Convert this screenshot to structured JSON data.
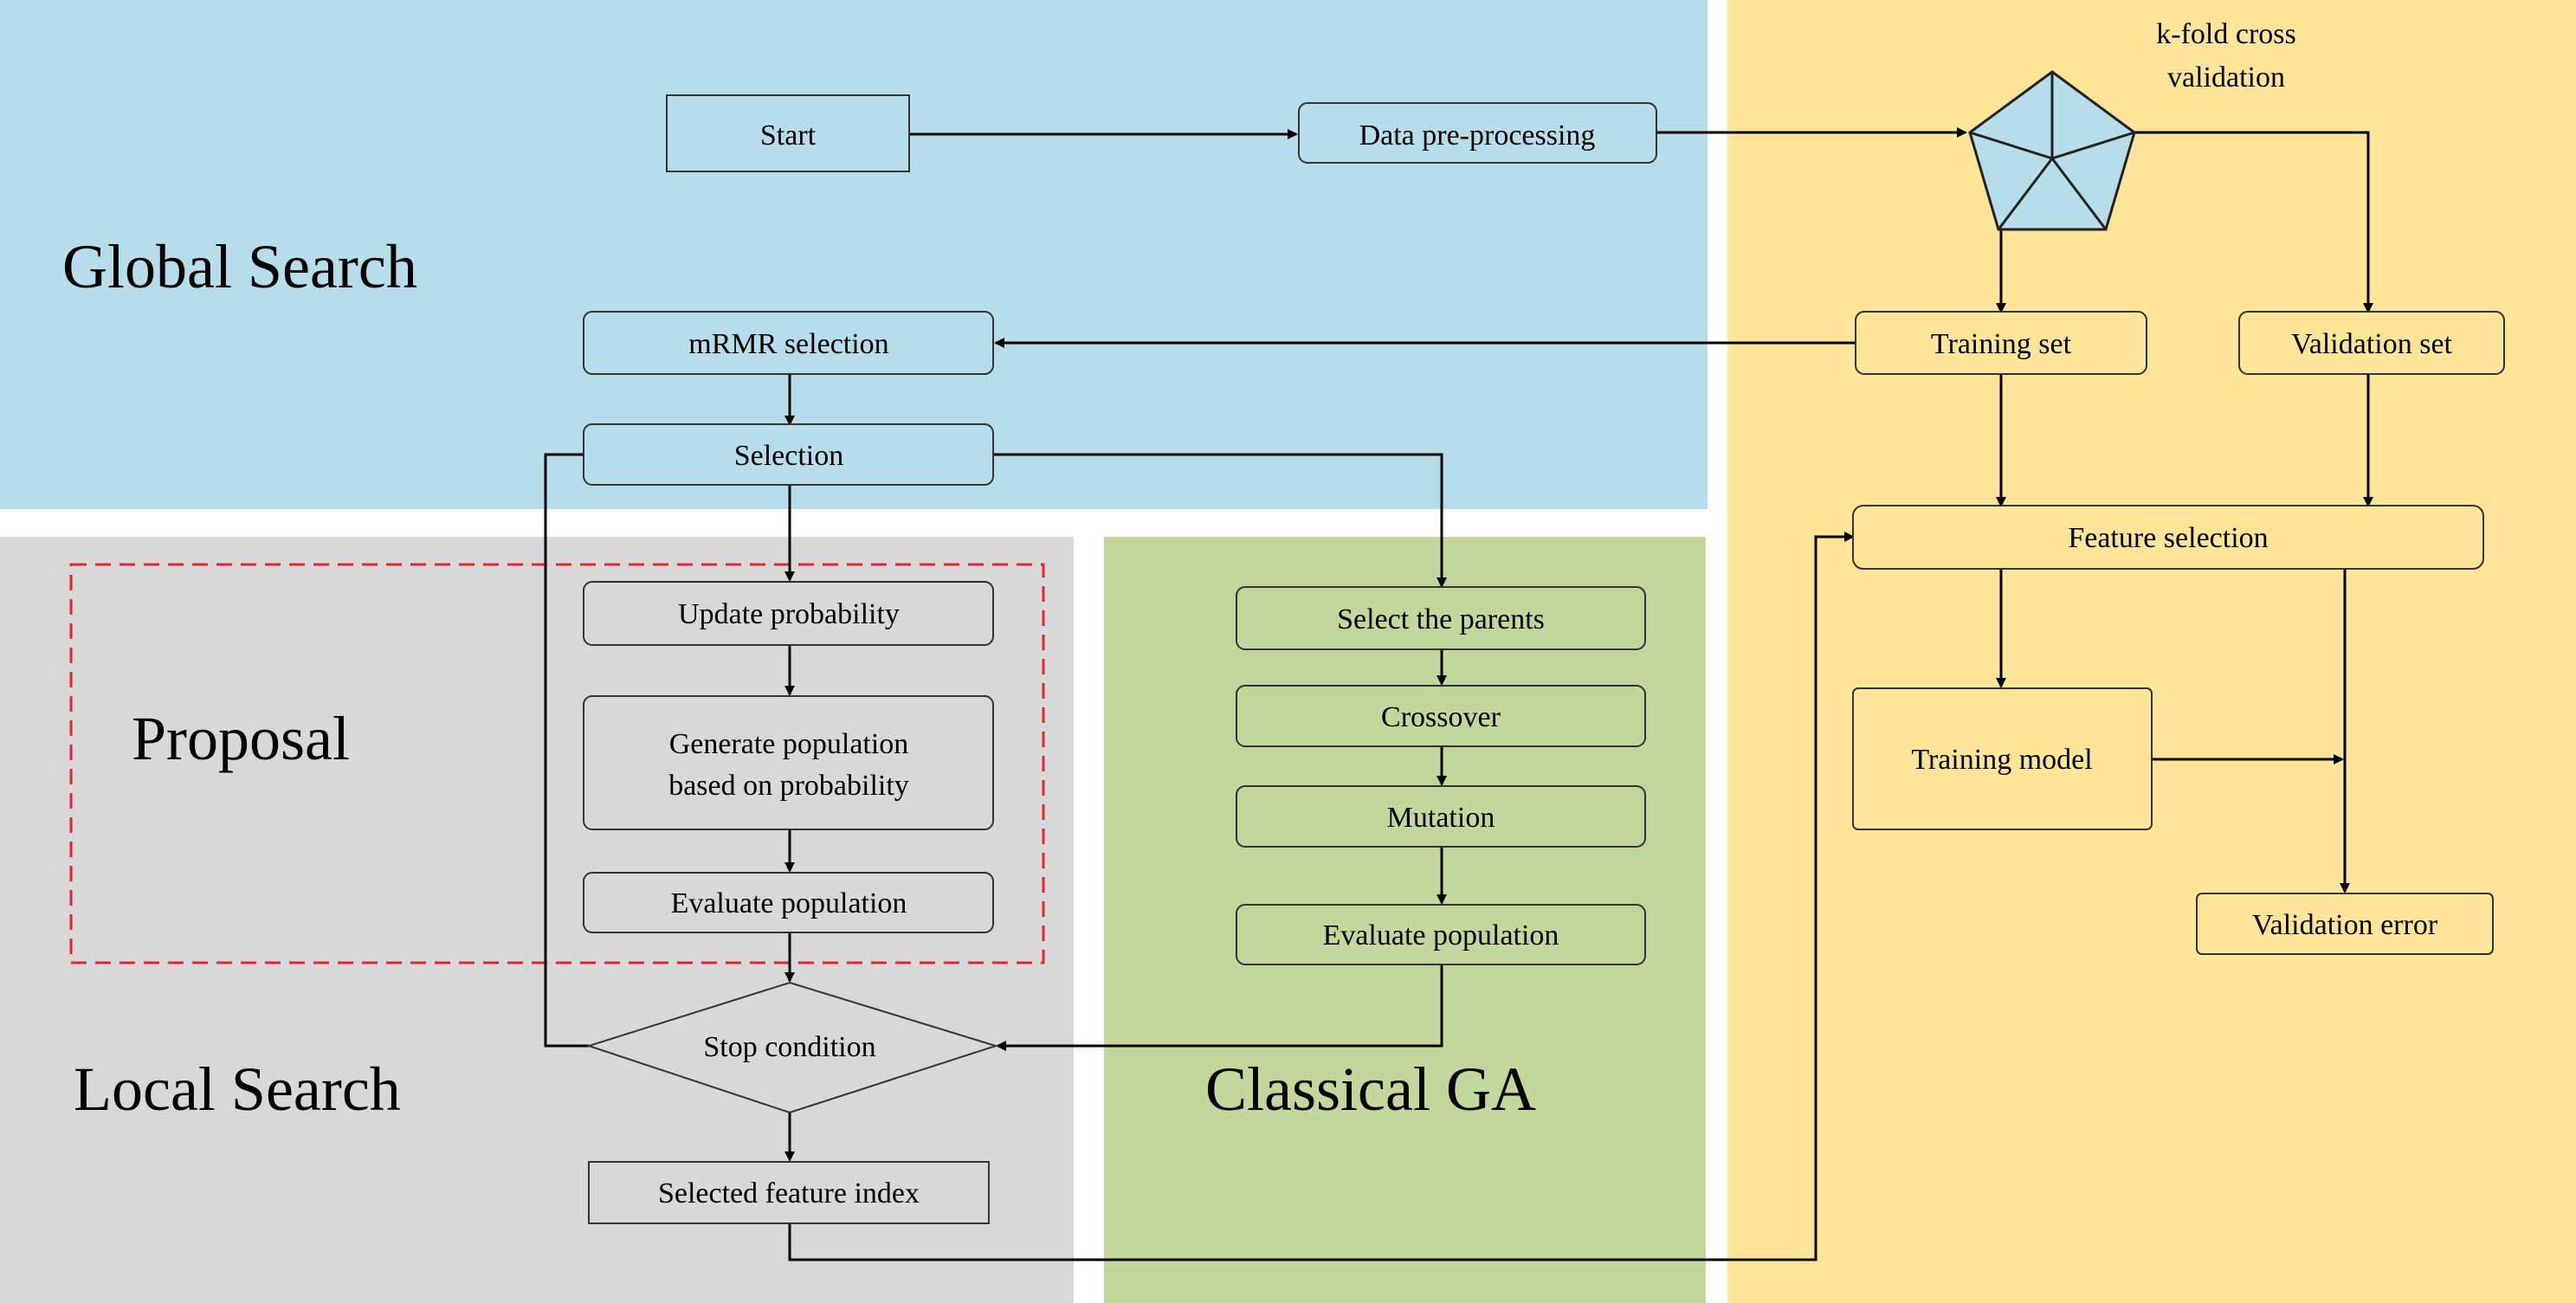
{
  "regions": {
    "global_search": "Global Search",
    "local_search": "Local Search",
    "proposal": "Proposal",
    "classical_ga": "Classical GA"
  },
  "nodes": {
    "start": "Start",
    "data_preprocessing": "Data pre-processing",
    "kfold_line1": "k-fold cross",
    "kfold_line2": "validation",
    "mrmr_selection": "mRMR selection",
    "training_set": "Training set",
    "validation_set": "Validation set",
    "selection": "Selection",
    "feature_selection": "Feature selection",
    "update_probability": "Update probability",
    "generate_population_line1": "Generate population",
    "generate_population_line2": "based on probability",
    "evaluate_population_local": "Evaluate population",
    "select_parents": "Select the parents",
    "crossover": "Crossover",
    "mutation": "Mutation",
    "evaluate_population_ga": "Evaluate population",
    "stop_condition": "Stop condition",
    "selected_feature_index": "Selected feature index",
    "training_model": "Training model",
    "validation_error": "Validation error"
  },
  "colors": {
    "global_search_bg": "#b7dcea",
    "local_search_bg": "#d8d8d8",
    "classical_ga_bg": "#c3d69b",
    "validation_bg": "#fee599",
    "proposal_border": "#e8262a"
  }
}
